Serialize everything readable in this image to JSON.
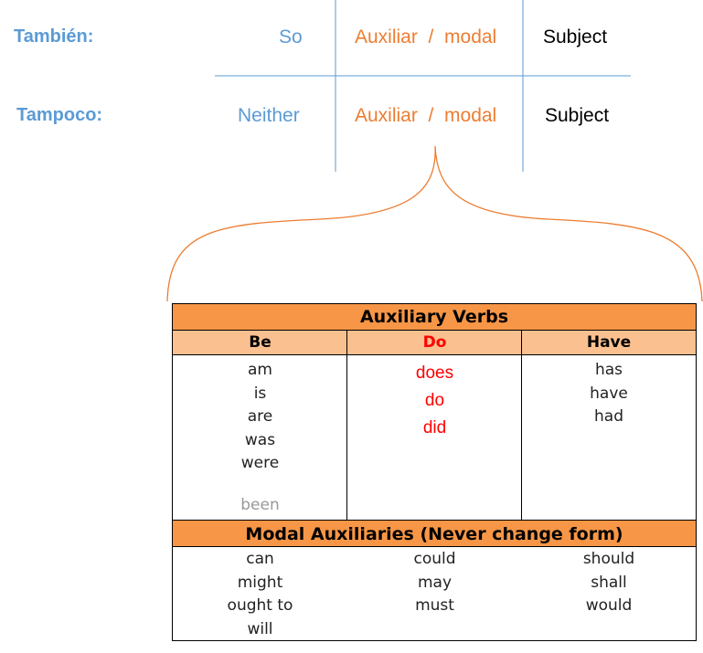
{
  "rules": [
    {
      "label": "También:",
      "connector": "So",
      "verb": "Auxiliar  /  modal",
      "subject": "Subject"
    },
    {
      "label": "Tampoco:",
      "connector": "Neither",
      "verb": "Auxiliar  /  modal",
      "subject": "Subject"
    }
  ],
  "colors": {
    "label_blue": "#5b9bd5",
    "accent_orange": "#ed7d31",
    "header_orange": "#f79646",
    "subheader_peach": "#fac090",
    "highlight_red": "#ff0000"
  },
  "auxiliary_table": {
    "title": "Auxiliary Verbs",
    "columns": [
      {
        "header": "Be",
        "items": [
          "am",
          "is",
          "are",
          "was",
          "were"
        ]
      },
      {
        "header": "Do",
        "items": [
          "does",
          "do",
          "did"
        ]
      },
      {
        "header": "Have",
        "items": [
          "has",
          "have",
          "had"
        ]
      }
    ],
    "cut_off_text": "been",
    "modal_title": "Modal Auxiliaries (Never change form)",
    "modal_columns": [
      [
        "can",
        "might",
        "ought to",
        "will"
      ],
      [
        "could",
        "may",
        "must"
      ],
      [
        "should",
        "shall",
        "would"
      ]
    ]
  }
}
